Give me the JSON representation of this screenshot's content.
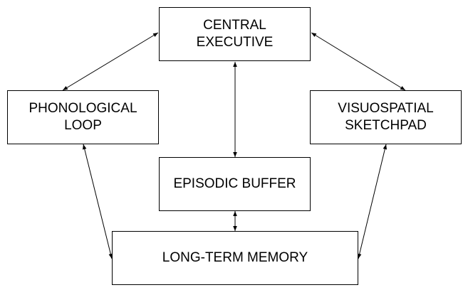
{
  "diagram": {
    "nodes": {
      "central_executive": {
        "lines": [
          "CENTRAL",
          "EXECUTIVE"
        ]
      },
      "phonological_loop": {
        "lines": [
          "PHONOLOGICAL",
          "LOOP"
        ]
      },
      "visuospatial_sketchpad": {
        "lines": [
          "VISUOSPATIAL",
          "SKETCHPAD"
        ]
      },
      "episodic_buffer": {
        "lines": [
          "EPISODIC BUFFER"
        ]
      },
      "long_term_memory": {
        "lines": [
          "LONG-TERM MEMORY"
        ]
      }
    },
    "edges": [
      {
        "from": "central_executive",
        "to": "phonological_loop",
        "direction": "both"
      },
      {
        "from": "central_executive",
        "to": "visuospatial_sketchpad",
        "direction": "both"
      },
      {
        "from": "central_executive",
        "to": "episodic_buffer",
        "direction": "both"
      },
      {
        "from": "episodic_buffer",
        "to": "long_term_memory",
        "direction": "both"
      },
      {
        "from": "phonological_loop",
        "to": "long_term_memory",
        "direction": "both"
      },
      {
        "from": "visuospatial_sketchpad",
        "to": "long_term_memory",
        "direction": "both"
      }
    ],
    "colors": {
      "stroke": "#000000",
      "background": "#ffffff"
    }
  }
}
